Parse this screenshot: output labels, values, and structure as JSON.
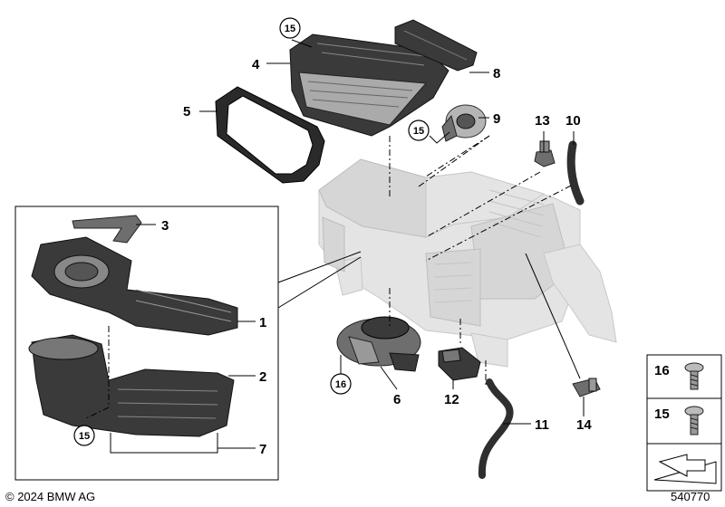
{
  "copyright": "© 2024 BMW AG",
  "diagram_id": "540770",
  "part_numbers": {
    "p1": "1",
    "p2": "2",
    "p3": "3",
    "p4": "4",
    "p5": "5",
    "p6": "6",
    "p7": "7",
    "p8": "8",
    "p9": "9",
    "p10": "10",
    "p11": "11",
    "p12": "12",
    "p13": "13",
    "p14": "14"
  },
  "circled_callouts": {
    "c15_top": "15",
    "c15_motor": "15",
    "c15_inset": "15",
    "c16": "16"
  },
  "legend": {
    "item16": "16",
    "item15": "15"
  }
}
